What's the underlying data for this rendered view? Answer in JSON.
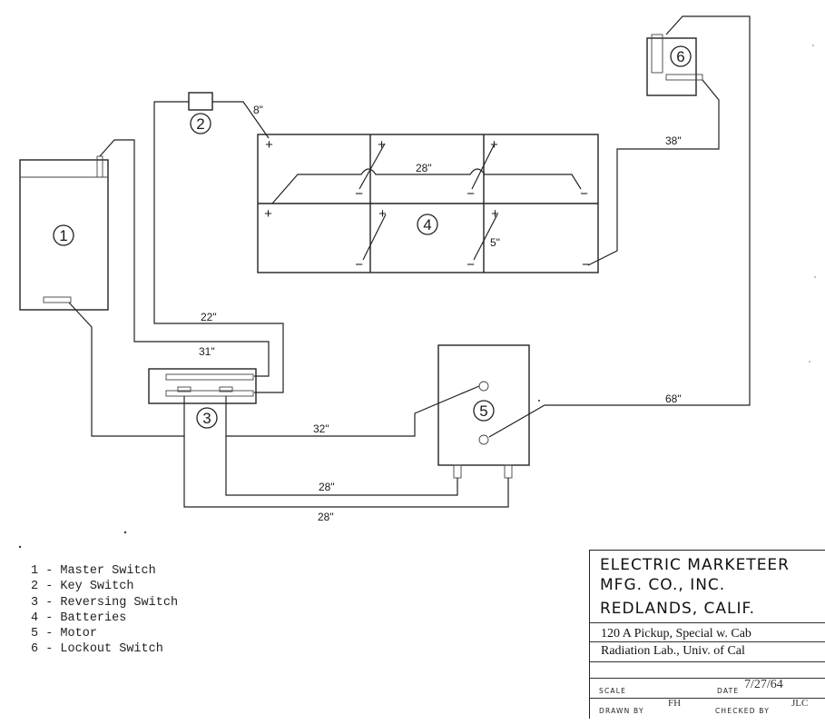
{
  "components": {
    "master_switch": "1",
    "key_switch": "2",
    "reversing_switch": "3",
    "batteries": "4",
    "motor": "5",
    "lockout_switch": "6"
  },
  "dimensions": {
    "d_8": "8\"",
    "d_28_top": "28\"",
    "d_5": "5\"",
    "d_38": "38\"",
    "d_22": "22\"",
    "d_31": "31\"",
    "d_32": "32\"",
    "d_68": "68\"",
    "d_28_a": "28\"",
    "d_28_b": "28\""
  },
  "polarity": {
    "plus": "+",
    "minus": "−"
  },
  "legend": [
    {
      "num": "1",
      "label": "Master Switch"
    },
    {
      "num": "2",
      "label": "Key Switch"
    },
    {
      "num": "3",
      "label": "Reversing Switch"
    },
    {
      "num": "4",
      "label": "Batteries"
    },
    {
      "num": "5",
      "label": "Motor"
    },
    {
      "num": "6",
      "label": "Lockout Switch"
    }
  ],
  "title_block": {
    "company_1": "ELECTRIC MARKETEER",
    "company_2": "MFG. CO., INC.",
    "company_3": "REDLANDS, CALIF.",
    "desc_1": "120 A Pickup, Special w. Cab",
    "desc_2": "Radiation Lab., Univ. of Cal",
    "scale_label": "SCALE",
    "date_label": "DATE",
    "date_value": "7/27/64",
    "drawn_label": "DRAWN BY",
    "drawn_value": "FH",
    "checked_label": "CHECKED BY",
    "checked_value": "JLC"
  }
}
